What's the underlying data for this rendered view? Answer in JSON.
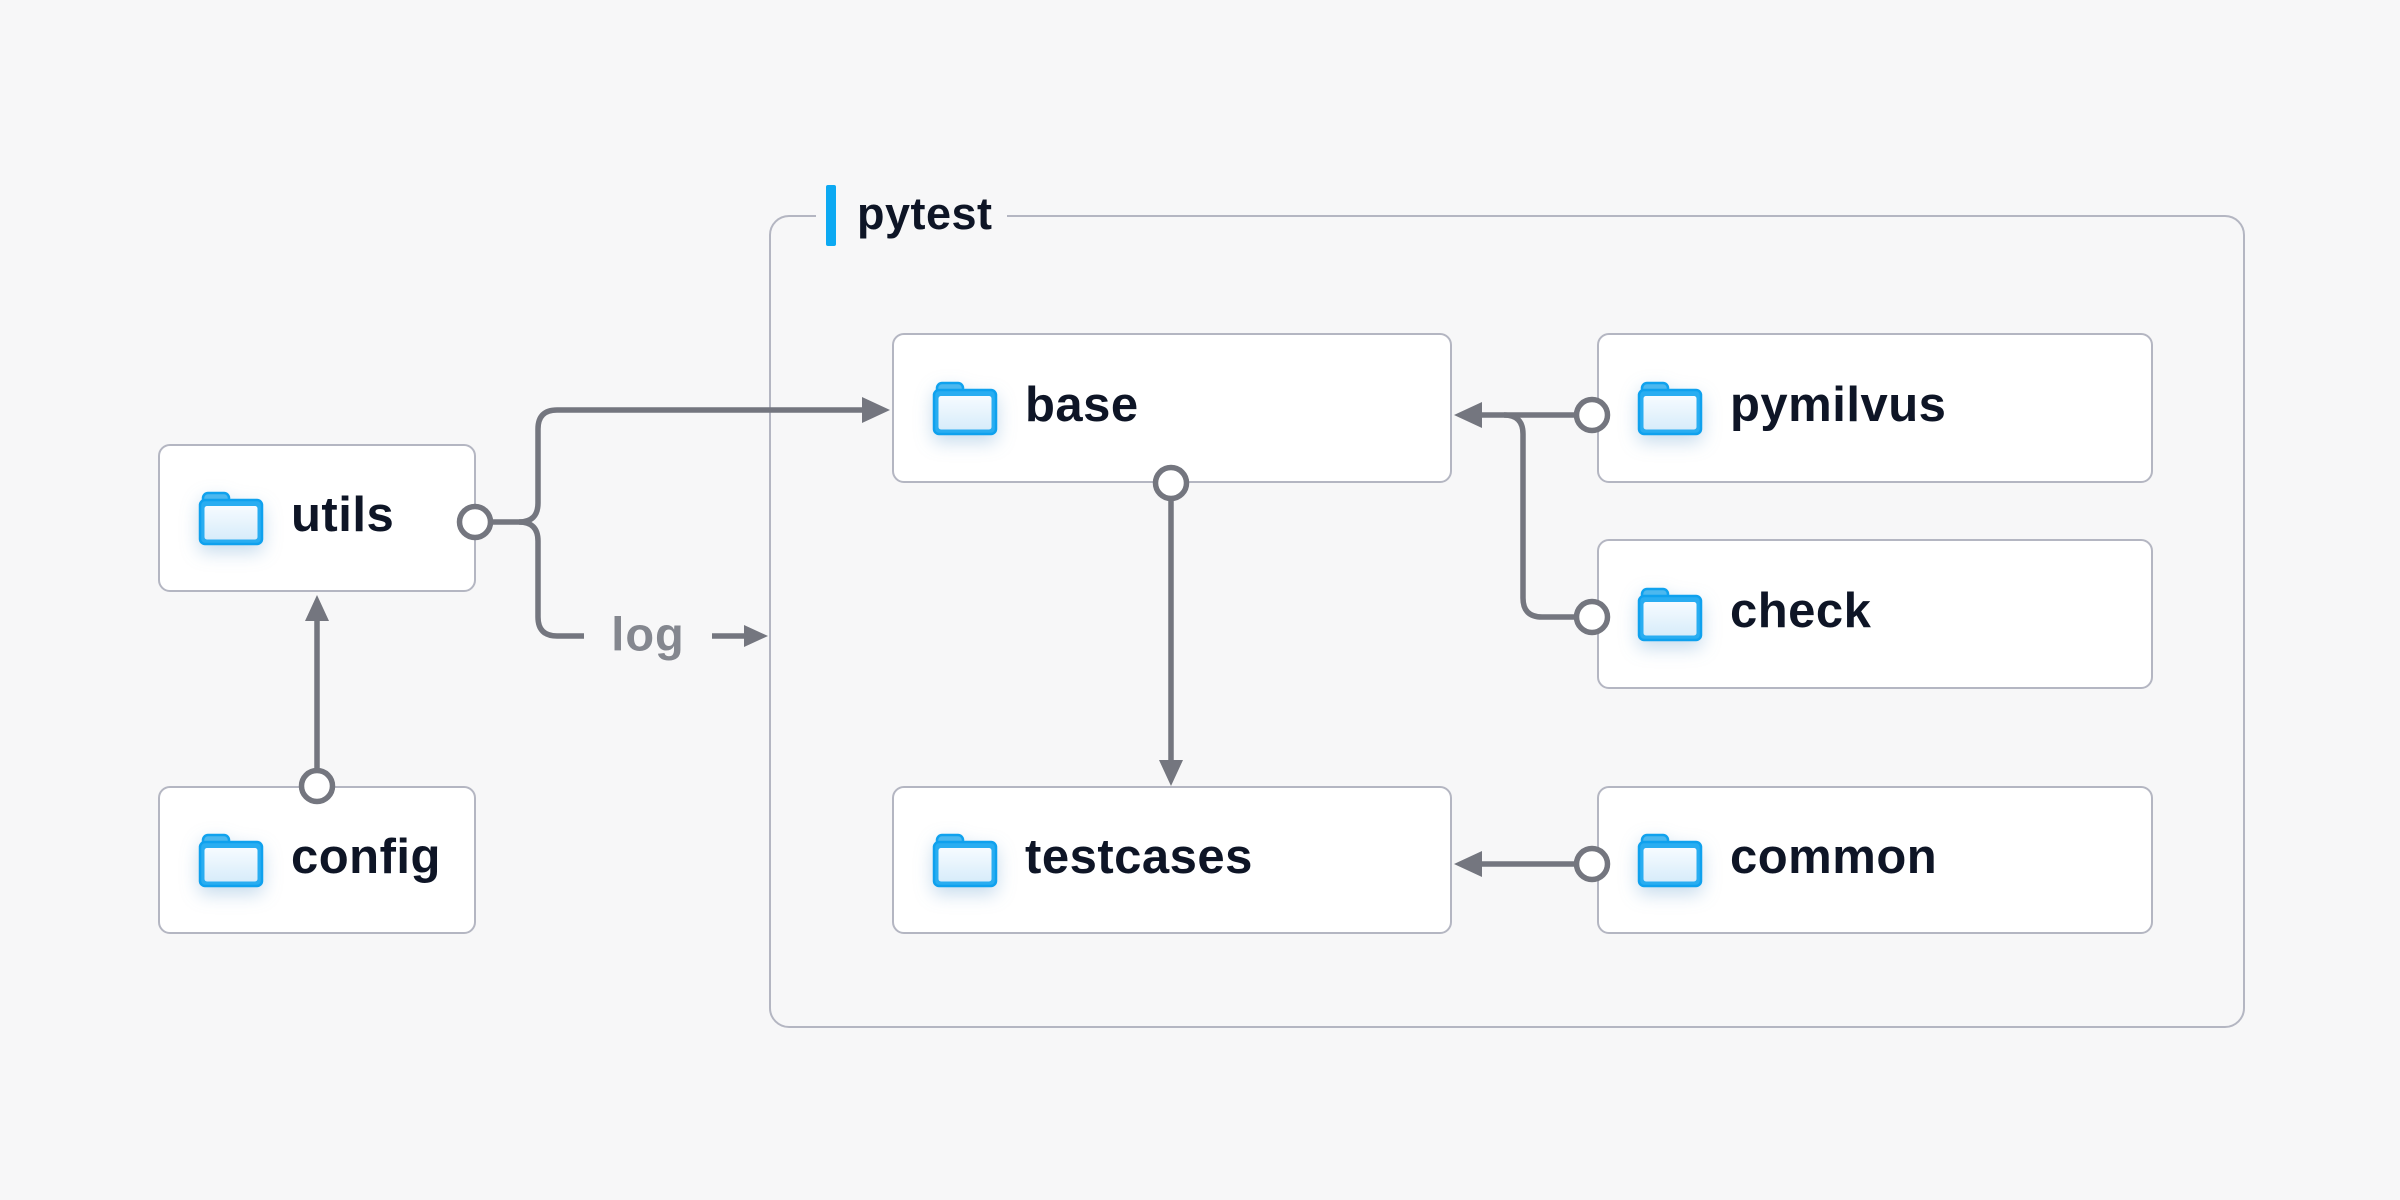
{
  "diagram": {
    "container": {
      "label": "pytest",
      "accent_color": "#0ca9f2"
    },
    "nodes": [
      {
        "id": "utils",
        "label": "utils",
        "icon": "folder-icon",
        "inside_container": false
      },
      {
        "id": "config",
        "label": "config",
        "icon": "folder-icon",
        "inside_container": false
      },
      {
        "id": "base",
        "label": "base",
        "icon": "folder-icon",
        "inside_container": true
      },
      {
        "id": "testcases",
        "label": "testcases",
        "icon": "folder-icon",
        "inside_container": true
      },
      {
        "id": "pymilvus",
        "label": "pymilvus",
        "icon": "folder-icon",
        "inside_container": true
      },
      {
        "id": "check",
        "label": "check",
        "icon": "folder-icon",
        "inside_container": true
      },
      {
        "id": "common",
        "label": "common",
        "icon": "folder-icon",
        "inside_container": true
      }
    ],
    "edge_label": {
      "text": "log"
    },
    "edges": [
      {
        "from": "config",
        "to": "utils",
        "type": "arrow"
      },
      {
        "from": "utils",
        "to": "base",
        "type": "arrow"
      },
      {
        "from": "utils",
        "to": "log",
        "type": "labeled-arrow"
      },
      {
        "from": "base",
        "to": "testcases",
        "type": "arrow"
      },
      {
        "from": "pymilvus",
        "to": "base",
        "type": "arrow"
      },
      {
        "from": "check",
        "to": "base",
        "type": "arrow"
      },
      {
        "from": "common",
        "to": "testcases",
        "type": "arrow"
      }
    ],
    "colors": {
      "background": "#f7f7f8",
      "node_fill": "#ffffff",
      "node_border": "#b4b6c2",
      "line": "#74767f",
      "node_text": "#0e1526",
      "edge_label_text": "#84878f",
      "folder_blue": "#1aa6f0",
      "accent_blue": "#0ca9f2"
    }
  }
}
